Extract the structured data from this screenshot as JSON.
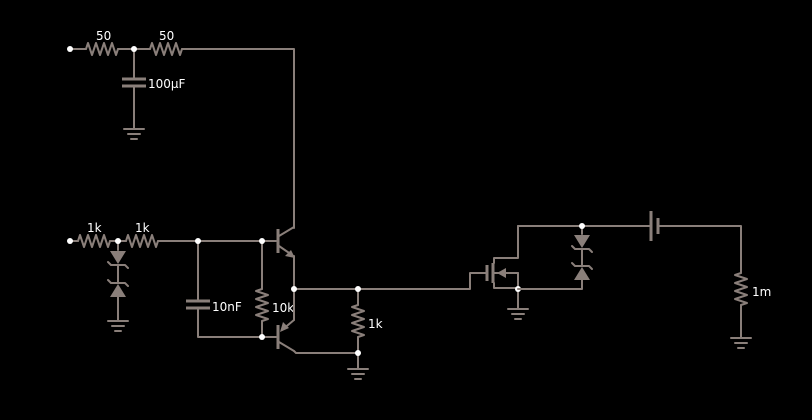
{
  "colors": {
    "background": "#000000",
    "wire": "#8a7f7a",
    "node": "#ffffff",
    "label": "#ffffff"
  },
  "components": {
    "r_top_1": "50",
    "r_top_2": "50",
    "c_top": "100µF",
    "r_in_1": "1k",
    "r_in_2": "1k",
    "c_mid": "10nF",
    "r_base": "10k",
    "r_emitter": "1k",
    "r_load": "1m"
  },
  "icons": [
    "resistor-icon",
    "capacitor-icon",
    "zener-diode-icon",
    "npn-transistor-icon",
    "pnp-transistor-icon",
    "mosfet-icon",
    "battery-icon",
    "ground-icon"
  ]
}
